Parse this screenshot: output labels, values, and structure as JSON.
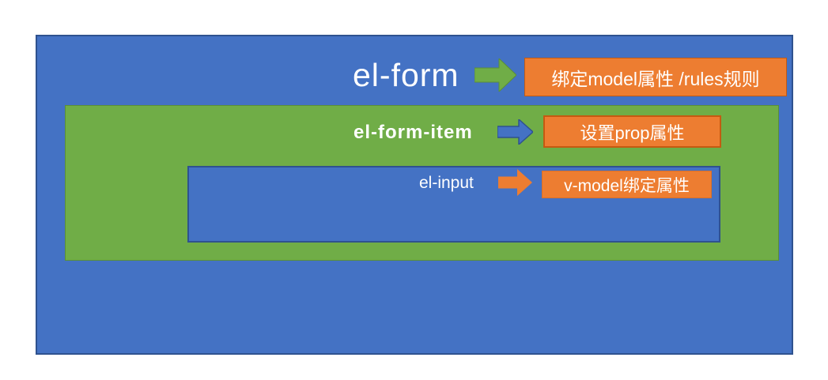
{
  "canvas": {
    "background": "#FFFFFF"
  },
  "colors": {
    "box_blue": "#4472C4",
    "box_blue_border": "#2F528F",
    "box_green": "#70AD47",
    "box_green_border": "#5A8F38",
    "callout_orange": "#ED7D31",
    "callout_orange_border": "#C55A11",
    "text": "#FFFFFF"
  },
  "diagram": {
    "rows": [
      {
        "label": "el-form",
        "arrow_icon": "green-block-arrow",
        "callout": "绑定model属性 /rules规则"
      },
      {
        "label": "el-form-item",
        "arrow_icon": "blue-block-arrow",
        "callout": "设置prop属性"
      },
      {
        "label": "el-input",
        "arrow_icon": "orange-block-arrow",
        "callout": "v-model绑定属性"
      }
    ]
  }
}
